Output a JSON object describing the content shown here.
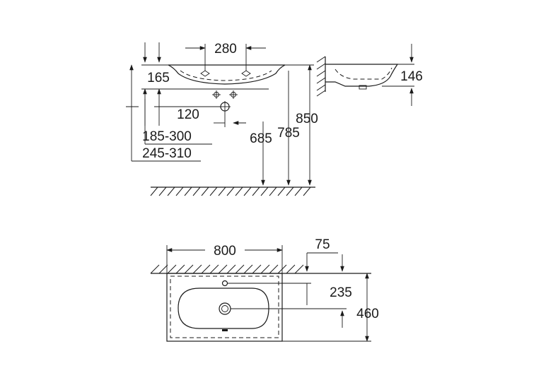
{
  "front_view": {
    "labels": {
      "tap_spacing": "280",
      "rim_to_tap": "165",
      "waste_offset": "120",
      "waste_height_a": "185-300",
      "waste_height_b": "245-310",
      "height_685": "685",
      "height_785": "785",
      "height_850": "850"
    }
  },
  "side_view": {
    "labels": {
      "depth": "146"
    }
  },
  "top_view": {
    "labels": {
      "width": "800",
      "wall_gap": "75",
      "tap_to_wall": "235",
      "total_depth": "460"
    }
  }
}
